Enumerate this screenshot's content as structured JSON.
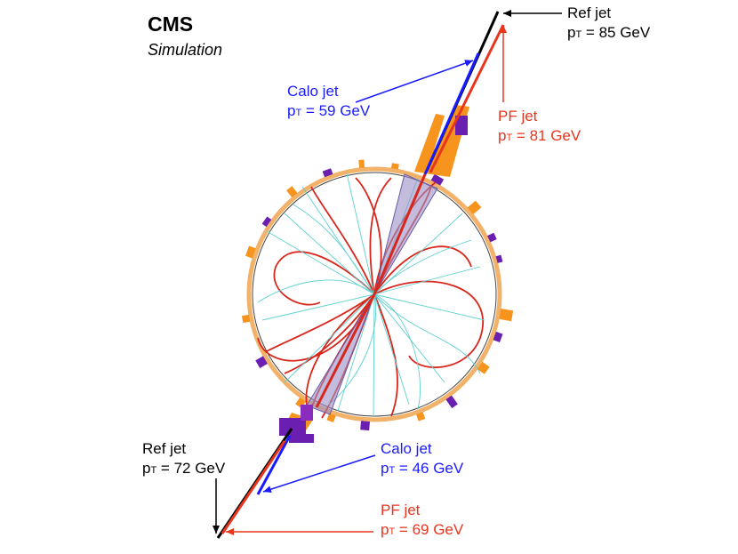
{
  "header": {
    "experiment": "CMS",
    "subtitle": "Simulation"
  },
  "annotations": {
    "top_ref": {
      "label": "Ref jet",
      "pt_prefix": "p",
      "pt_sub": "T",
      "pt_value": " = 85 GeV"
    },
    "top_calo": {
      "label": "Calo jet",
      "pt_prefix": "p",
      "pt_sub": "T",
      "pt_value": " = 59 GeV"
    },
    "top_pf": {
      "label": "PF jet",
      "pt_prefix": "p",
      "pt_sub": "T",
      "pt_value": " = 81 GeV"
    },
    "bottom_ref": {
      "label": "Ref jet",
      "pt_prefix": "p",
      "pt_sub": "T",
      "pt_value": " = 72 GeV"
    },
    "bottom_calo": {
      "label": "Calo jet",
      "pt_prefix": "p",
      "pt_sub": "T",
      "pt_value": " = 46 GeV"
    },
    "bottom_pf": {
      "label": "PF jet",
      "pt_prefix": "p",
      "pt_sub": "T",
      "pt_value": " = 69 GeV"
    }
  },
  "colors": {
    "ref": "#000000",
    "calo": "#1a1aff",
    "pf": "#e8351e",
    "track_charged": "#d8261c",
    "track_neutral": "#5fd0d0",
    "ecal": "#f7941d",
    "hcal": "#6b1fb0",
    "cone": "#a7a3d0"
  }
}
